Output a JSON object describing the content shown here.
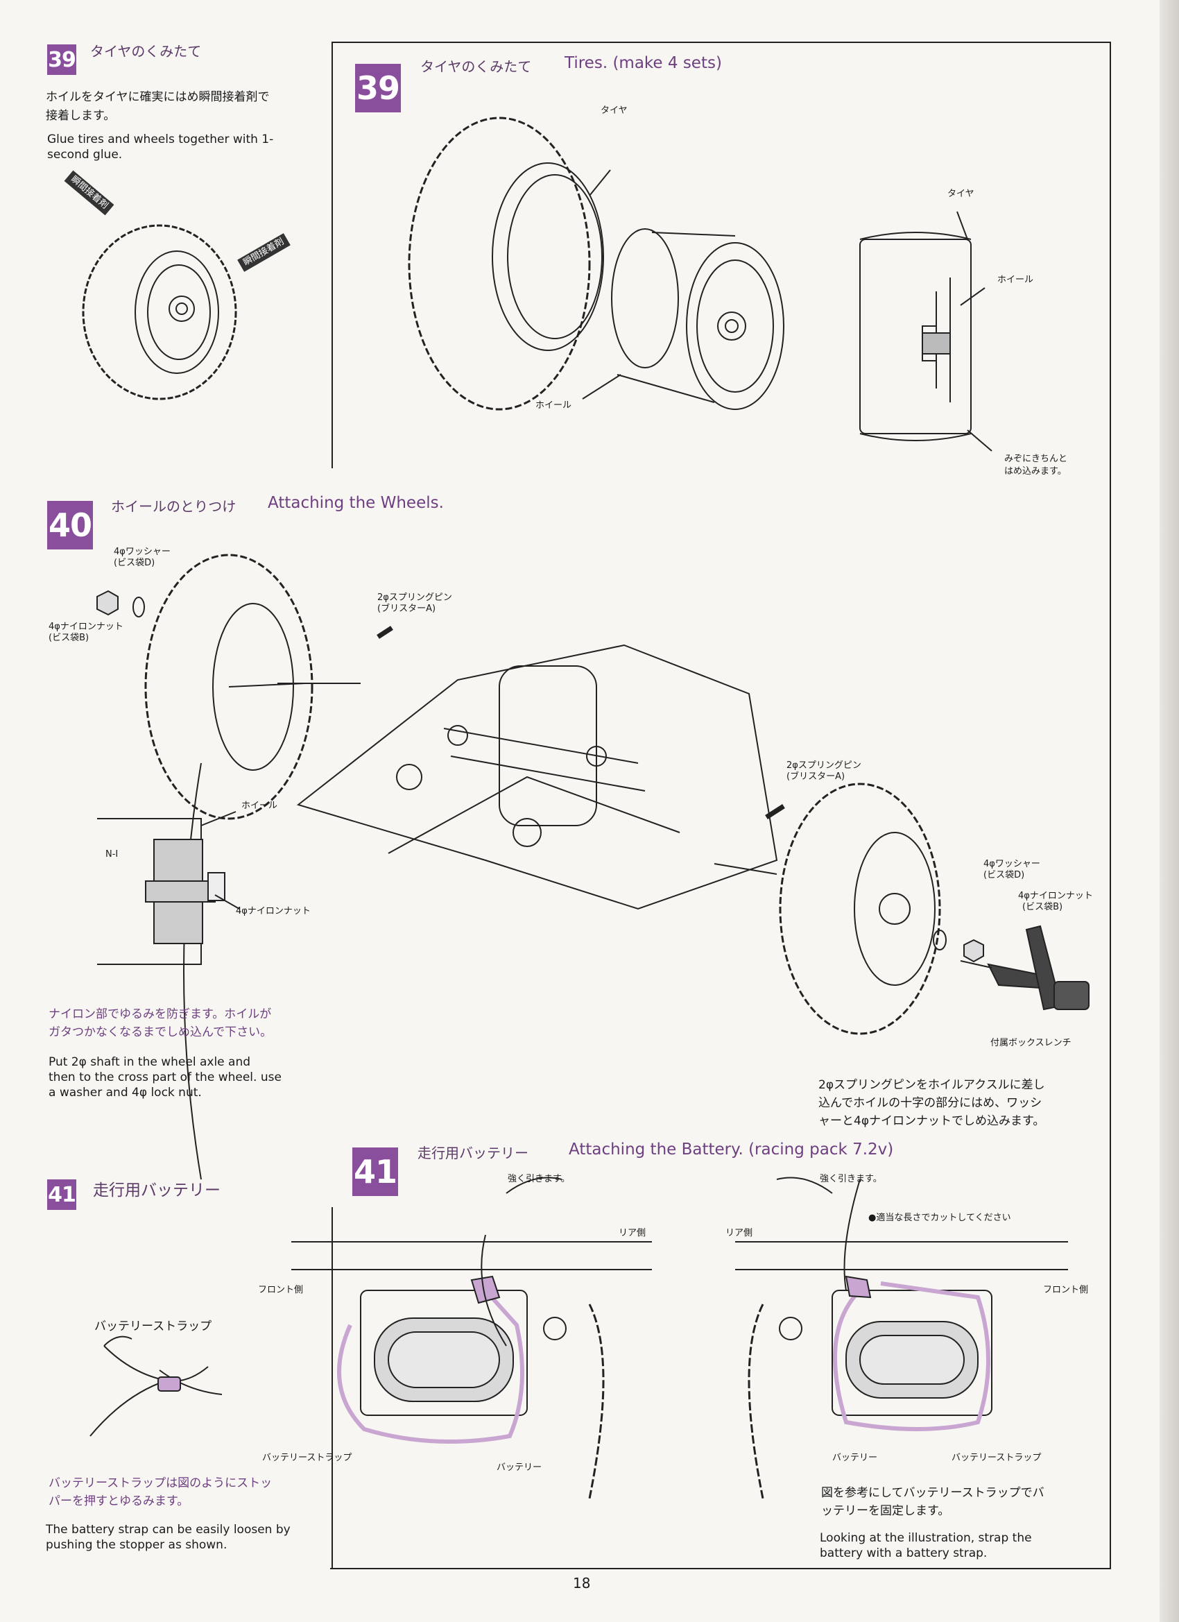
{
  "page_number": "18",
  "step39": {
    "badge": "39",
    "title_jp": "タイヤのくみたて",
    "title_en": "Tires. (make 4 sets)",
    "side_text_jp_1": "ホイルをタイヤに確実にはめ瞬間接着剤で",
    "side_text_jp_2": "接着します。",
    "side_text_en_1": "Glue tires and wheels together with 1-",
    "side_text_en_2": "second glue.",
    "glue_tag_1": "瞬間接着剤",
    "glue_tag_2": "瞬間接着剤",
    "label_tire": "タイヤ",
    "label_wheel": "ホイール",
    "label_tire_2": "タイヤ",
    "label_wheel_2": "ホイール",
    "label_groove_1": "みぞにきちんと",
    "label_groove_2": "はめ込みます。"
  },
  "step40": {
    "badge": "40",
    "title_jp": "ホイールのとりつけ",
    "title_en": "Attaching the Wheels.",
    "label_washer_1": "4φワッシャー",
    "label_washer_1b": "(ビス袋D)",
    "label_nut_1": "4φナイロンナット",
    "label_nut_1b": "(ビス袋B)",
    "label_pin_1": "2φスプリングピン",
    "label_pin_1b": "(ブリスターA)",
    "label_pin_2": "2φスプリングピン",
    "label_pin_2b": "(ブリスターA)",
    "label_washer_2": "4φワッシャー",
    "label_washer_2b": "(ビス袋D)",
    "label_nut_2": "4φナイロンナット",
    "label_nut_2b": "(ビス袋B)",
    "label_wrench": "付属ボックスレンチ",
    "label_wheel": "ホイール",
    "label_n1": "N-I",
    "label_nylon_nut": "4φナイロンナット",
    "note_jp_1": "ナイロン部でゆるみを防ぎます。ホイルが",
    "note_jp_2": "ガタつかなくなるまでしめ込んで下さい。",
    "note_en_1": "Put 2φ shaft in the wheel axle and",
    "note_en_2": "then to the cross part of the wheel. use",
    "note_en_3": "a washer and 4φ lock nut.",
    "right_jp_1": "2φスプリングピンをホイルアクスルに差し",
    "right_jp_2": "込んでホイルの十字の部分にはめ、ワッシ",
    "right_jp_3": "ャーと4φナイロンナットでしめ込みます。"
  },
  "step41": {
    "badge": "41",
    "title_jp": "走行用バッテリー",
    "title_en": "Attaching the Battery. (racing pack 7.2v)",
    "left_title_jp": "走行用バッテリー",
    "label_strap": "バッテリーストラップ",
    "left_jp_1": "バッテリーストラップは図のようにストッ",
    "left_jp_2": "パーを押すとゆるみます。",
    "left_en_1": "The battery strap can be easily loosen by",
    "left_en_2": "pushing the stopper as shown.",
    "label_pull_1": "強く引きます。",
    "label_pull_2": "強く引きます。",
    "label_cut": "●適当な長さでカットしてください",
    "label_rear_1": "リア側",
    "label_rear_2": "リア側",
    "label_front_1": "フロント側",
    "label_front_2": "フロント側",
    "label_strap_a": "バッテリーストラップ",
    "label_battery_a": "バッテリー",
    "label_battery_b": "バッテリー",
    "label_strap_b": "バッテリーストラップ",
    "right_jp_1": "図を参考にしてバッテリーストラップでバ",
    "right_jp_2": "ッテリーを固定します。",
    "right_en_1": "Looking at the illustration, strap the",
    "right_en_2": "battery with a battery strap."
  },
  "colors": {
    "accent": "#8a4f9c",
    "strap": "#c9a6d2",
    "battery": "#d9d9d9"
  }
}
